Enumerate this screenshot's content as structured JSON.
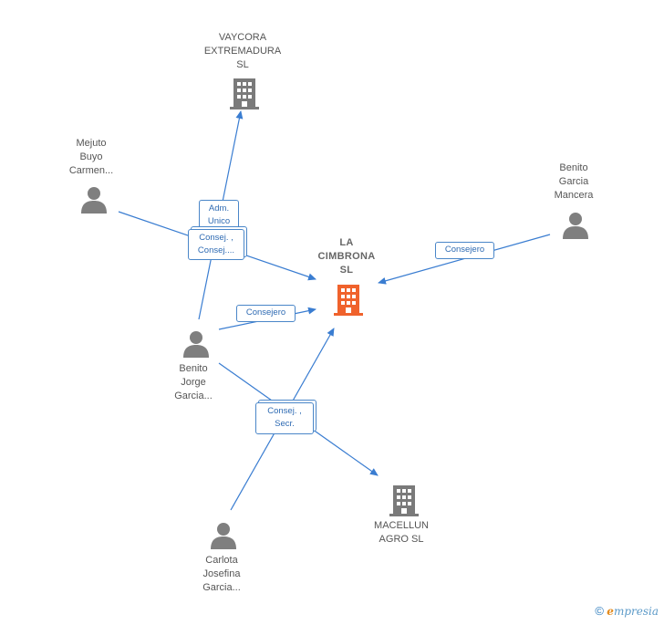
{
  "colors": {
    "edge": "#3a7dd1",
    "person": "#7f7f7f",
    "company": "#7a7a7a",
    "center": "#f0622c"
  },
  "center": {
    "name": "LA\nCIMBRONA\nSL",
    "icon": "building-icon"
  },
  "companies": [
    {
      "id": "vaycora",
      "name": "VAYCORA\nEXTREMADURA\nSL",
      "icon": "building-icon"
    },
    {
      "id": "macellun",
      "name": "MACELLUN\nAGRO SL",
      "icon": "building-icon"
    }
  ],
  "persons": [
    {
      "id": "mejuto",
      "name": "Mejuto\nBuyo\nCarmen...",
      "icon": "person-icon"
    },
    {
      "id": "benito-garcia",
      "name": "Benito\nGarcia\nMancera",
      "icon": "person-icon"
    },
    {
      "id": "benito-jorge",
      "name": "Benito\nJorge\nGarcia...",
      "icon": "person-icon"
    },
    {
      "id": "carlota",
      "name": "Carlota\nJosefina\nGarcia...",
      "icon": "person-icon"
    }
  ],
  "relations": {
    "adm_unico": "Adm.\nUnico",
    "consej_consej": "Consej. ,\nConsej....",
    "consejero_right": "Consejero",
    "consejero_left": "Consejero",
    "consej_secr": "Consej. ,\nSecr."
  },
  "footer": {
    "copyright": "©",
    "brand_e": "e",
    "brand_rest": "mpresia"
  }
}
